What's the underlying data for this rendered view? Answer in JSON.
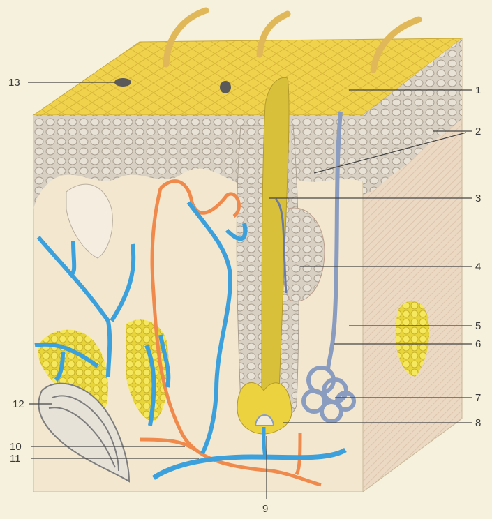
{
  "labels": {
    "n1": "1",
    "n2": "2",
    "n3": "3",
    "n4": "4",
    "n5": "5",
    "n6": "6",
    "n7": "7",
    "n8": "8",
    "n9": "9",
    "n10": "10",
    "n11": "11",
    "n12": "12",
    "n13": "13"
  },
  "colors": {
    "background": "#f6f1dc",
    "epidermis_top": "#f0d24c",
    "epidermis_cells": "#bfb5a6",
    "dermis": "#f3e8cf",
    "side_face": "#ead6c0",
    "fat": "#f2e24a",
    "artery": "#f08a4c",
    "vein": "#3ba0dc",
    "nerve": "#8a9cc0",
    "hair": "#e0b85a",
    "leader": "#444444"
  }
}
